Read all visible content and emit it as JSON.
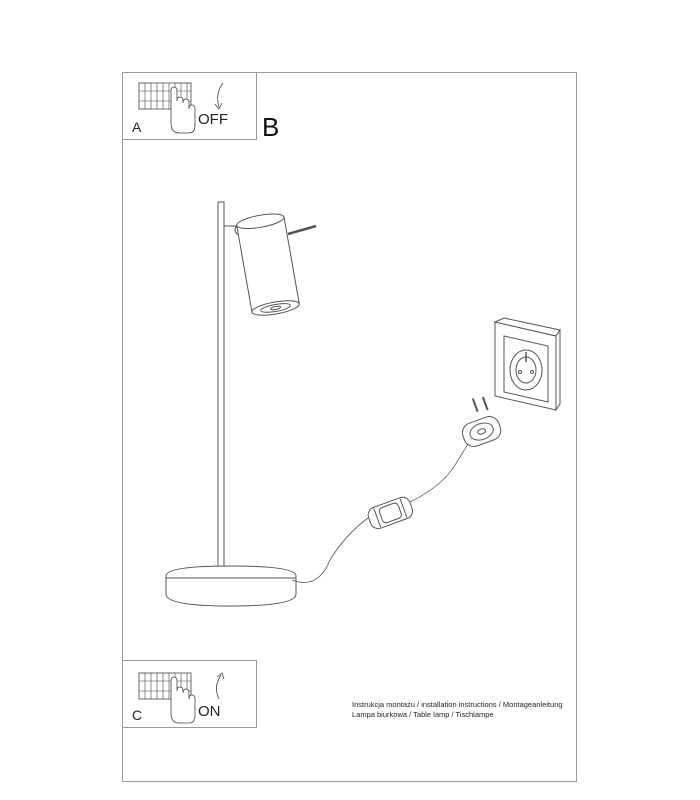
{
  "step_a": {
    "letter": "A",
    "state": "OFF"
  },
  "step_b": {
    "letter": "B"
  },
  "step_c": {
    "letter": "C",
    "state": "ON"
  },
  "caption": {
    "line1": "Instrukcja montażu / installation instructions / Montageanleitung",
    "line2": "Lampa biurkowa / Table lamp / Tischlampe"
  },
  "icons": [
    "switch-hand-icon",
    "rotate-arrow-icon",
    "table-lamp-icon",
    "power-outlet-icon",
    "plug-icon",
    "cord-switch-icon"
  ]
}
